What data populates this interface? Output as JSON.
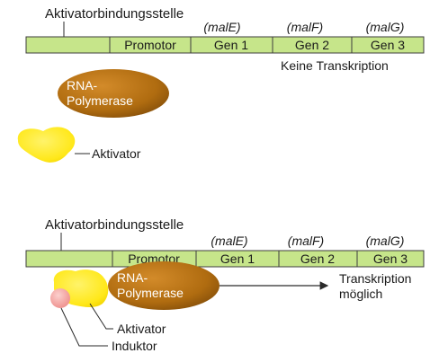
{
  "colors": {
    "dna_segment": "#c6e58a",
    "segment_outline": "#3d3d3d",
    "polymerase": "#b06c10",
    "activator": "#ffe81a",
    "inductor": "#f7a6a3"
  },
  "top_panel": {
    "binding_site_label": "Aktivatorbindungsstelle",
    "segments": {
      "promoter": "Promotor",
      "gene1": "Gen 1",
      "gene2": "Gen 2",
      "gene3": "Gen 3"
    },
    "gene_names": {
      "gene1": "(malE)",
      "gene2": "(malF)",
      "gene3": "(malG)"
    },
    "status": "Keine Transkription",
    "polymerase_line1": "RNA-",
    "polymerase_line2": "Polymerase",
    "activator_label": "Aktivator"
  },
  "bottom_panel": {
    "binding_site_label": "Aktivatorbindungsstelle",
    "segments": {
      "promoter": "Promotor",
      "gene1": "Gen 1",
      "gene2": "Gen 2",
      "gene3": "Gen 3"
    },
    "gene_names": {
      "gene1": "(malE)",
      "gene2": "(malF)",
      "gene3": "(malG)"
    },
    "polymerase_line1": "RNA-",
    "polymerase_line2": "Polymerase",
    "status_line1": "Transkription",
    "status_line2": "möglich",
    "activator_label": "Aktivator",
    "inductor_label": "Induktor"
  }
}
